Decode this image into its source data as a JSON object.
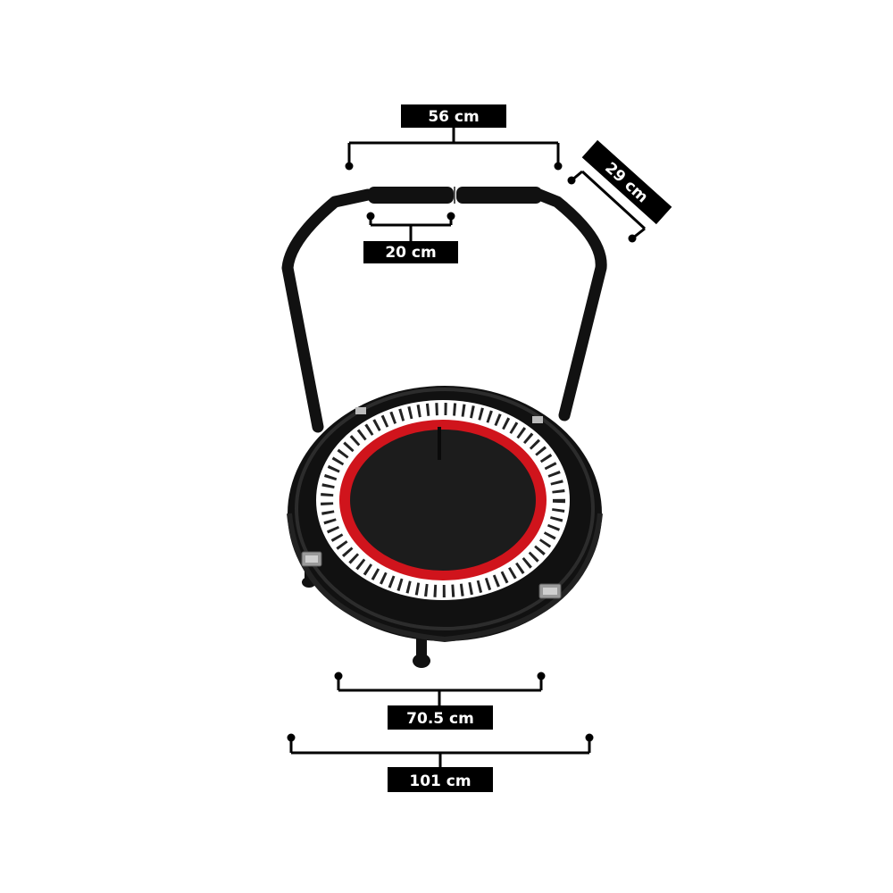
{
  "dimensions": {
    "handle_width": "56 cm",
    "handle_depth": "29 cm",
    "grip_length": "20 cm",
    "mat_diameter": "70.5 cm",
    "frame_diameter": "101 cm"
  },
  "colors": {
    "frame": "#111111",
    "mat": "#1c1c1c",
    "accent_ring": "#d0141c",
    "springs": "#ffffff",
    "label_bg": "#000000",
    "label_text": "#ffffff"
  }
}
